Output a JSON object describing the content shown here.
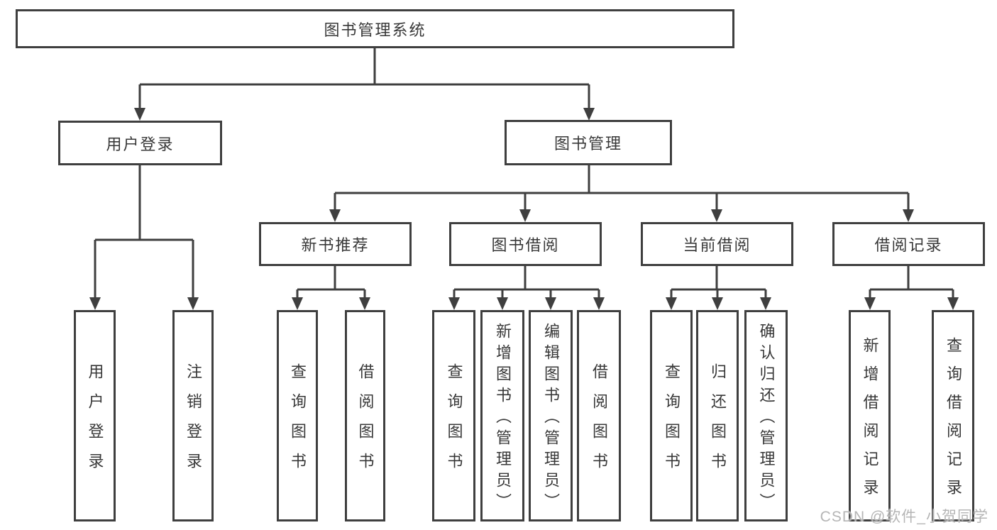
{
  "tree": {
    "root": {
      "label": "图书管理系统",
      "children": [
        {
          "label": "用户登录",
          "children": [
            {
              "label": "用户登录"
            },
            {
              "label": "注销登录"
            }
          ]
        },
        {
          "label": "图书管理",
          "children": [
            {
              "label": "新书推荐",
              "children": [
                {
                  "label": "查询图书"
                },
                {
                  "label": "借阅图书"
                }
              ]
            },
            {
              "label": "图书借阅",
              "children": [
                {
                  "label": "查询图书"
                },
                {
                  "label": "新增图书（管理员）"
                },
                {
                  "label": "编辑图书（管理员）"
                },
                {
                  "label": "借阅图书"
                }
              ]
            },
            {
              "label": "当前借阅",
              "children": [
                {
                  "label": "查询图书"
                },
                {
                  "label": "归还图书"
                },
                {
                  "label": "确认归还（管理员）"
                }
              ]
            },
            {
              "label": "借阅记录",
              "children": [
                {
                  "label": "新增借阅记录"
                },
                {
                  "label": "查询借阅记录"
                }
              ]
            }
          ]
        }
      ]
    }
  },
  "watermark": {
    "text": "CSDN @软件_小贺同学"
  },
  "colors": {
    "line": "#3f3f3f",
    "text": "#383838",
    "background": "#ffffff",
    "watermark": "#b5b5b5"
  }
}
